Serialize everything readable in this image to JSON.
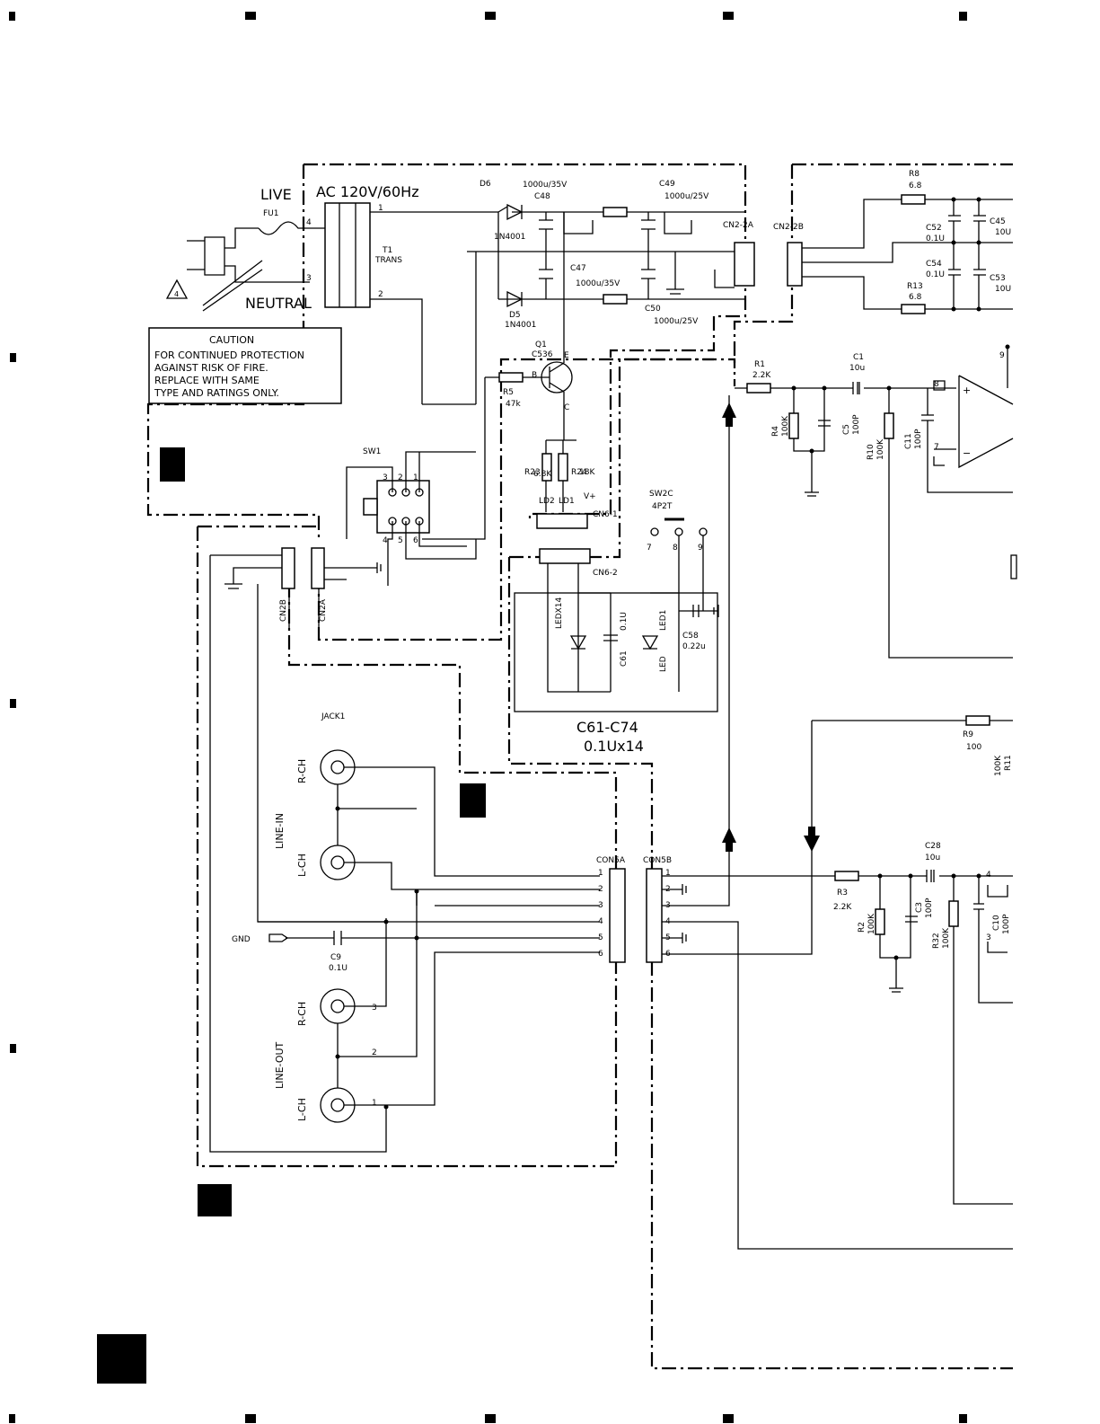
{
  "power": {
    "live": "LIVE",
    "neutral": "NEUTRAL",
    "ac_rating": "AC 120V/60Hz",
    "fuse": "FU1",
    "trans": "T1",
    "trans_sub": "TRANS",
    "pin4": "4",
    "pin3": "3",
    "pin1": "1",
    "pin2": "2"
  },
  "caution": {
    "title": "CAUTION",
    "lines": [
      "FOR CONTINUED PROTECTION",
      "AGAINST RISK OF FIRE.",
      "REPLACE WITH SAME",
      "TYPE AND RATINGS ONLY."
    ]
  },
  "rectifier": {
    "d6": "D6",
    "d6_type": "1N4001",
    "d5": "D5",
    "d5_type": "1N4001",
    "c48": "C48",
    "c48_val": "1000u/35V",
    "c47": "C47",
    "c47_val": "1000u/35V",
    "c49": "C49",
    "c49_val": "1000u/25V",
    "c50": "C50",
    "c50_val": "1000u/25V",
    "cn2_2a": "CN2-2A",
    "cn2_2b": "CN2-2B"
  },
  "led_driver": {
    "q1": "Q1",
    "q1_type": "C536",
    "b": "B",
    "c": "C",
    "e": "E",
    "r5": "R5",
    "r5_val": "47k",
    "r23": "R23",
    "r23_val": "6.8K",
    "r24": "R24",
    "r24_val": "18K",
    "ld2": "LD2",
    "ld1": "LD1",
    "vplus": "V+",
    "cn6_1": "CN6-1",
    "cn6_2": "CN6-2"
  },
  "switch": {
    "sw1": "SW1",
    "sw2c": "SW2C",
    "sw2c_type": "4P2T",
    "pins": [
      "3",
      "2",
      "1",
      "4",
      "5",
      "6"
    ],
    "sw2_pins": [
      "7",
      "8",
      "9"
    ]
  },
  "led_panel": {
    "ledx14": "LEDX14",
    "c61": "C61",
    "c61_val": "0.1U",
    "led1": "LED1",
    "led": "LED",
    "c58": "C58",
    "c58_val": "0.22u",
    "range": "C61-C74",
    "range_val": "0.1Ux14"
  },
  "connectors": {
    "cn2b": "CN2B",
    "cn2a": "CN2A",
    "con5a": "CON5A",
    "con5b": "CON5B",
    "pins": [
      "1",
      "2",
      "3",
      "4",
      "5",
      "6"
    ]
  },
  "jack": {
    "name": "JACK1",
    "line_in": "LINE-IN",
    "line_out": "LINE-OUT",
    "rch": "R-CH",
    "lch": "L-CH",
    "gnd": "GND",
    "c9": "C9",
    "c9_val": "0.1U",
    "n3": "3",
    "n2": "2",
    "n1": "1"
  },
  "amp": {
    "r8": "R8",
    "r8_val": "6.8",
    "r13": "R13",
    "r13_val": "6.8",
    "c52": "C52",
    "c52_val": "0.1U",
    "c54": "C54",
    "c54_val": "0.1U",
    "c45": "C45",
    "c45_val": "10U",
    "c53": "C53",
    "c53_val": "10U",
    "r1": "R1",
    "r1_val": "2.2K",
    "c1": "C1",
    "c1_val": "10u",
    "r4": "R4",
    "r4_val": "100K",
    "c5": "C5",
    "c5_val": "100P",
    "r10": "R10",
    "r10_val": "100K",
    "c11": "C11",
    "c11_val": "100P",
    "plus": "+",
    "minus": "−",
    "p8": "8",
    "p7": "7",
    "p9": "9",
    "r9": "R9",
    "r9_val": "100",
    "r11": "R11",
    "r11_val": "100K",
    "r3": "R3",
    "r3_val": "2.2K",
    "c28": "C28",
    "c28_val": "10u",
    "r2": "R2",
    "r2_val": "100K",
    "c3": "C3",
    "c3_val": "100P",
    "r32": "R32",
    "r32_val": "100K",
    "c10": "C10",
    "c10_val": "100P",
    "p4": "4",
    "p3": "3"
  }
}
